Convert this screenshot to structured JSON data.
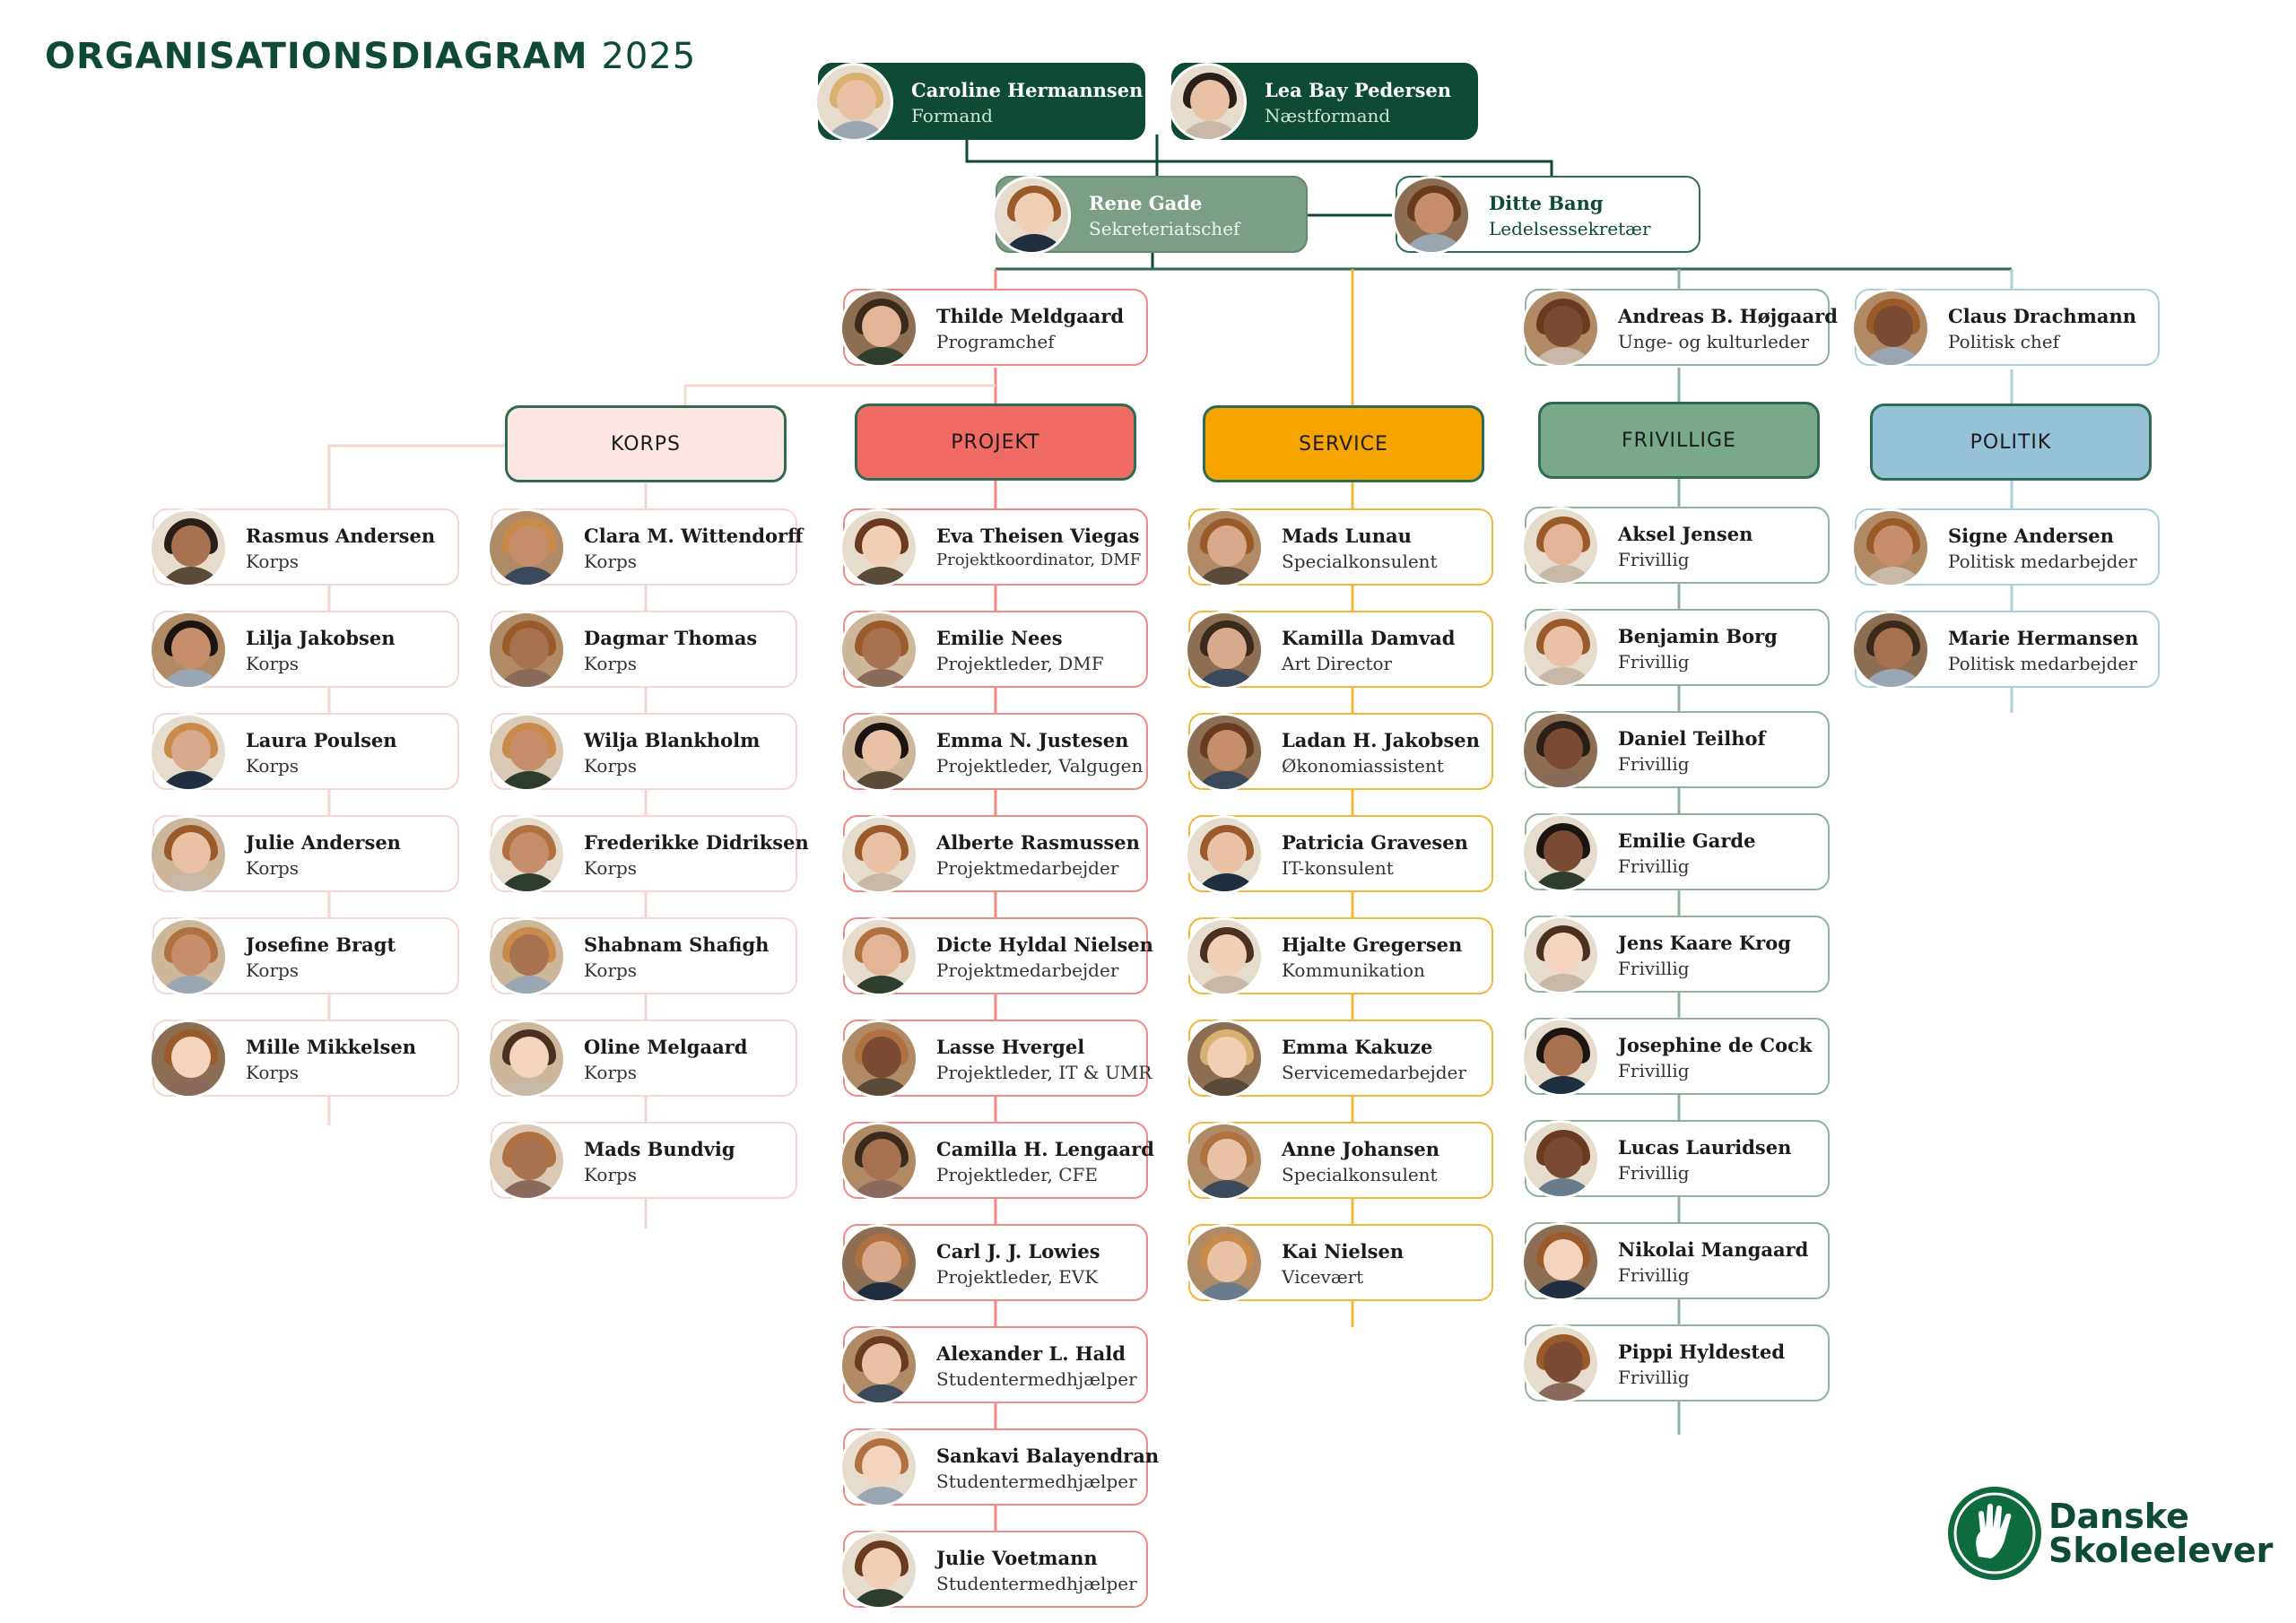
{
  "title": {
    "main": "ORGANISATIONSDIAGRAM",
    "year": "2025"
  },
  "colors": {
    "dark_green": "#0e4b34",
    "sage": "#7c9e86",
    "korps": "#fde6e4",
    "projekt": "#ef6b63",
    "service": "#f6a500",
    "frivillige": "#79a88a",
    "politik": "#96c2d7"
  },
  "leadership": [
    {
      "name": "Caroline Hermannsen",
      "role": "Formand"
    },
    {
      "name": "Lea Bay Pedersen",
      "role": "Næstformand"
    }
  ],
  "secretariat": [
    {
      "name": "Rene Gade",
      "role": "Sekreteriatschef"
    },
    {
      "name": "Ditte Bang",
      "role": "Ledelsessekretær"
    }
  ],
  "heads": [
    {
      "name": "Thilde Meldgaard",
      "role": "Programchef"
    },
    {
      "name": "Andreas B. Højgaard",
      "role": "Unge- og kulturleder"
    },
    {
      "name": "Claus Drachmann",
      "role": "Politisk chef"
    }
  ],
  "categories": {
    "korps": "KORPS",
    "projekt": "PROJEKT",
    "service": "SERVICE",
    "frivillige": "FRIVILLIGE",
    "politik": "POLITIK"
  },
  "korps_left": [
    {
      "name": "Rasmus Andersen",
      "role": "Korps"
    },
    {
      "name": "Lilja Jakobsen",
      "role": "Korps"
    },
    {
      "name": "Laura Poulsen",
      "role": "Korps"
    },
    {
      "name": "Julie Andersen",
      "role": "Korps"
    },
    {
      "name": "Josefine Bragt",
      "role": "Korps"
    },
    {
      "name": "Mille Mikkelsen",
      "role": "Korps"
    }
  ],
  "korps_right": [
    {
      "name": "Clara M. Wittendorff",
      "role": "Korps"
    },
    {
      "name": "Dagmar Thomas",
      "role": "Korps"
    },
    {
      "name": "Wilja Blankholm",
      "role": "Korps"
    },
    {
      "name": "Frederikke Didriksen",
      "role": "Korps"
    },
    {
      "name": "Shabnam Shafigh",
      "role": "Korps"
    },
    {
      "name": "Oline Melgaard",
      "role": "Korps"
    },
    {
      "name": "Mads Bundvig",
      "role": "Korps"
    }
  ],
  "projekt": [
    {
      "name": "Eva Theisen Viegas",
      "role": "Projektkoordinator, DMF"
    },
    {
      "name": "Emilie Nees",
      "role": "Projektleder, DMF"
    },
    {
      "name": "Emma N. Justesen",
      "role": "Projektleder, Valgugen"
    },
    {
      "name": "Alberte Rasmussen",
      "role": "Projektmedarbejder"
    },
    {
      "name": "Dicte Hyldal Nielsen",
      "role": "Projektmedarbejder"
    },
    {
      "name": "Lasse Hvergel",
      "role": "Projektleder, IT & UMR"
    },
    {
      "name": "Camilla H. Lengaard",
      "role": "Projektleder, CFE"
    },
    {
      "name": "Carl J. J. Lowies",
      "role": "Projektleder, EVK"
    },
    {
      "name": "Alexander L. Hald",
      "role": "Studentermedhjælper"
    },
    {
      "name": "Sankavi Balayendran",
      "role": "Studentermedhjælper"
    },
    {
      "name": "Julie Voetmann",
      "role": "Studentermedhjælper"
    }
  ],
  "service": [
    {
      "name": "Mads Lunau",
      "role": "Specialkonsulent"
    },
    {
      "name": "Kamilla Damvad",
      "role": "Art Director"
    },
    {
      "name": "Ladan H. Jakobsen",
      "role": "Økonomiassistent"
    },
    {
      "name": "Patricia Gravesen",
      "role": "IT-konsulent"
    },
    {
      "name": "Hjalte Gregersen",
      "role": "Kommunikation"
    },
    {
      "name": "Emma Kakuze",
      "role": "Servicemedarbejder"
    },
    {
      "name": "Anne Johansen",
      "role": "Specialkonsulent"
    },
    {
      "name": "Kai Nielsen",
      "role": "Vicevært"
    }
  ],
  "frivillige": [
    {
      "name": "Aksel Jensen",
      "role": "Frivillig"
    },
    {
      "name": "Benjamin Borg",
      "role": "Frivillig"
    },
    {
      "name": "Daniel Teilhof",
      "role": "Frivillig"
    },
    {
      "name": "Emilie Garde",
      "role": "Frivillig"
    },
    {
      "name": "Jens Kaare Krog",
      "role": "Frivillig"
    },
    {
      "name": "Josephine de Cock",
      "role": "Frivillig"
    },
    {
      "name": "Lucas Lauridsen",
      "role": "Frivillig"
    },
    {
      "name": "Nikolai Mangaard",
      "role": "Frivillig"
    },
    {
      "name": "Pippi Hyldested",
      "role": "Frivillig"
    }
  ],
  "politik": [
    {
      "name": "Signe Andersen",
      "role": "Politisk medarbejder"
    },
    {
      "name": "Marie Hermansen",
      "role": "Politisk medarbejder"
    }
  ],
  "logo": {
    "line1": "Danske",
    "line2": "Skoleelever",
    "emblem": "hand-emblem-icon"
  }
}
